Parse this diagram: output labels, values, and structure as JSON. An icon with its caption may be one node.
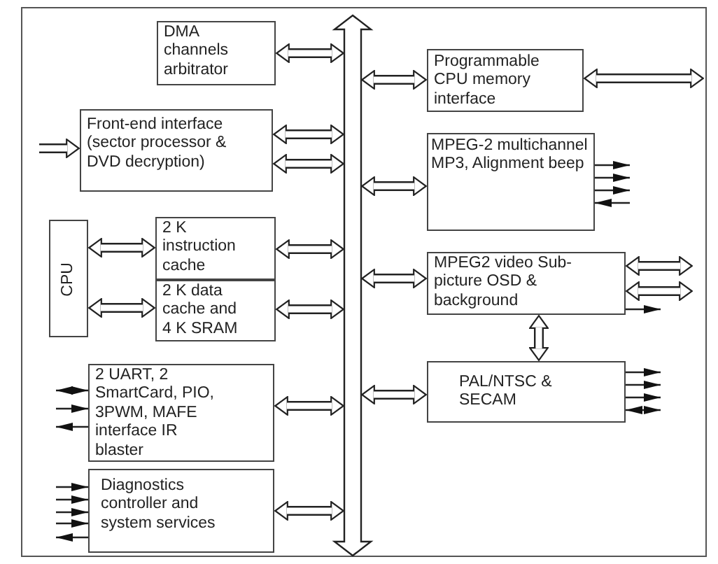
{
  "diagram": {
    "nodes": [
      {
        "text": [],
        "shape": "bar"
      },
      {
        "text": [
          "DMA channels arbitrator"
        ]
      },
      {
        "text": [
          "Front-end interface (sector processor & DVD decryption)"
        ]
      },
      {
        "text": [
          "CPU"
        ]
      },
      {
        "text": [
          "2 K instruction cache"
        ]
      },
      {
        "text": [
          "2 K data cache and 4 K SRAM"
        ]
      },
      {
        "text": [
          "2 UART, 2 SmartCard, PIO, 3PWM, MAFE interface IR blaster"
        ]
      },
      {
        "text": [
          "Diagnostics controller and system services"
        ]
      },
      {
        "text": [
          "Programmable CPU memory interface"
        ]
      },
      {
        "text": [
          "MPEG-2 multichannel MP3, Alignment beep"
        ]
      },
      {
        "text": [
          "MPEG2 video Sub-picture OSD & background"
        ]
      },
      {
        "text": [
          "PAL/NTSC & SECAM"
        ]
      }
    ],
    "edges": [
      {
        "from": 1,
        "to": 0,
        "arrow": "both"
      },
      {
        "from": null,
        "to": 2,
        "arrow": "to"
      },
      {
        "from": 2,
        "to": 0,
        "arrow": "both"
      },
      {
        "from": 2,
        "to": 0,
        "arrow": "both"
      },
      {
        "from": 3,
        "to": 4,
        "arrow": "both"
      },
      {
        "from": 4,
        "to": 0,
        "arrow": "both"
      },
      {
        "from": 3,
        "to": 5,
        "arrow": "both"
      },
      {
        "from": 5,
        "to": 0,
        "arrow": "both"
      },
      {
        "from": 6,
        "to": null,
        "arrow": "both"
      },
      {
        "from": null,
        "to": 6,
        "arrow": "to"
      },
      {
        "from": 6,
        "to": null,
        "arrow": "to"
      },
      {
        "from": 6,
        "to": 0,
        "arrow": "both"
      },
      {
        "from": null,
        "to": 7,
        "arrow": "to"
      },
      {
        "from": null,
        "to": 7,
        "arrow": "to"
      },
      {
        "from": null,
        "to": 7,
        "arrow": "to"
      },
      {
        "from": null,
        "to": 7,
        "arrow": "to"
      },
      {
        "from": 7,
        "to": null,
        "arrow": "to"
      },
      {
        "from": 7,
        "to": 0,
        "arrow": "both"
      },
      {
        "from": 0,
        "to": 8,
        "arrow": "both"
      },
      {
        "from": 8,
        "to": null,
        "arrow": "both"
      },
      {
        "from": 0,
        "to": 9,
        "arrow": "both"
      },
      {
        "from": 9,
        "to": null,
        "arrow": "to"
      },
      {
        "from": 9,
        "to": null,
        "arrow": "to"
      },
      {
        "from": 9,
        "to": null,
        "arrow": "to"
      },
      {
        "from": null,
        "to": 9,
        "arrow": "to"
      },
      {
        "from": 0,
        "to": 10,
        "arrow": "both"
      },
      {
        "from": 10,
        "to": null,
        "arrow": "both"
      },
      {
        "from": 10,
        "to": null,
        "arrow": "both"
      },
      {
        "from": 10,
        "to": null,
        "arrow": "to"
      },
      {
        "from": 10,
        "to": 11,
        "arrow": "both"
      },
      {
        "from": 0,
        "to": 11,
        "arrow": "both"
      },
      {
        "from": 11,
        "to": null,
        "arrow": "to"
      },
      {
        "from": 11,
        "to": null,
        "arrow": "to"
      },
      {
        "from": 11,
        "to": null,
        "arrow": "to"
      },
      {
        "from": 11,
        "to": null,
        "arrow": "both"
      }
    ]
  }
}
